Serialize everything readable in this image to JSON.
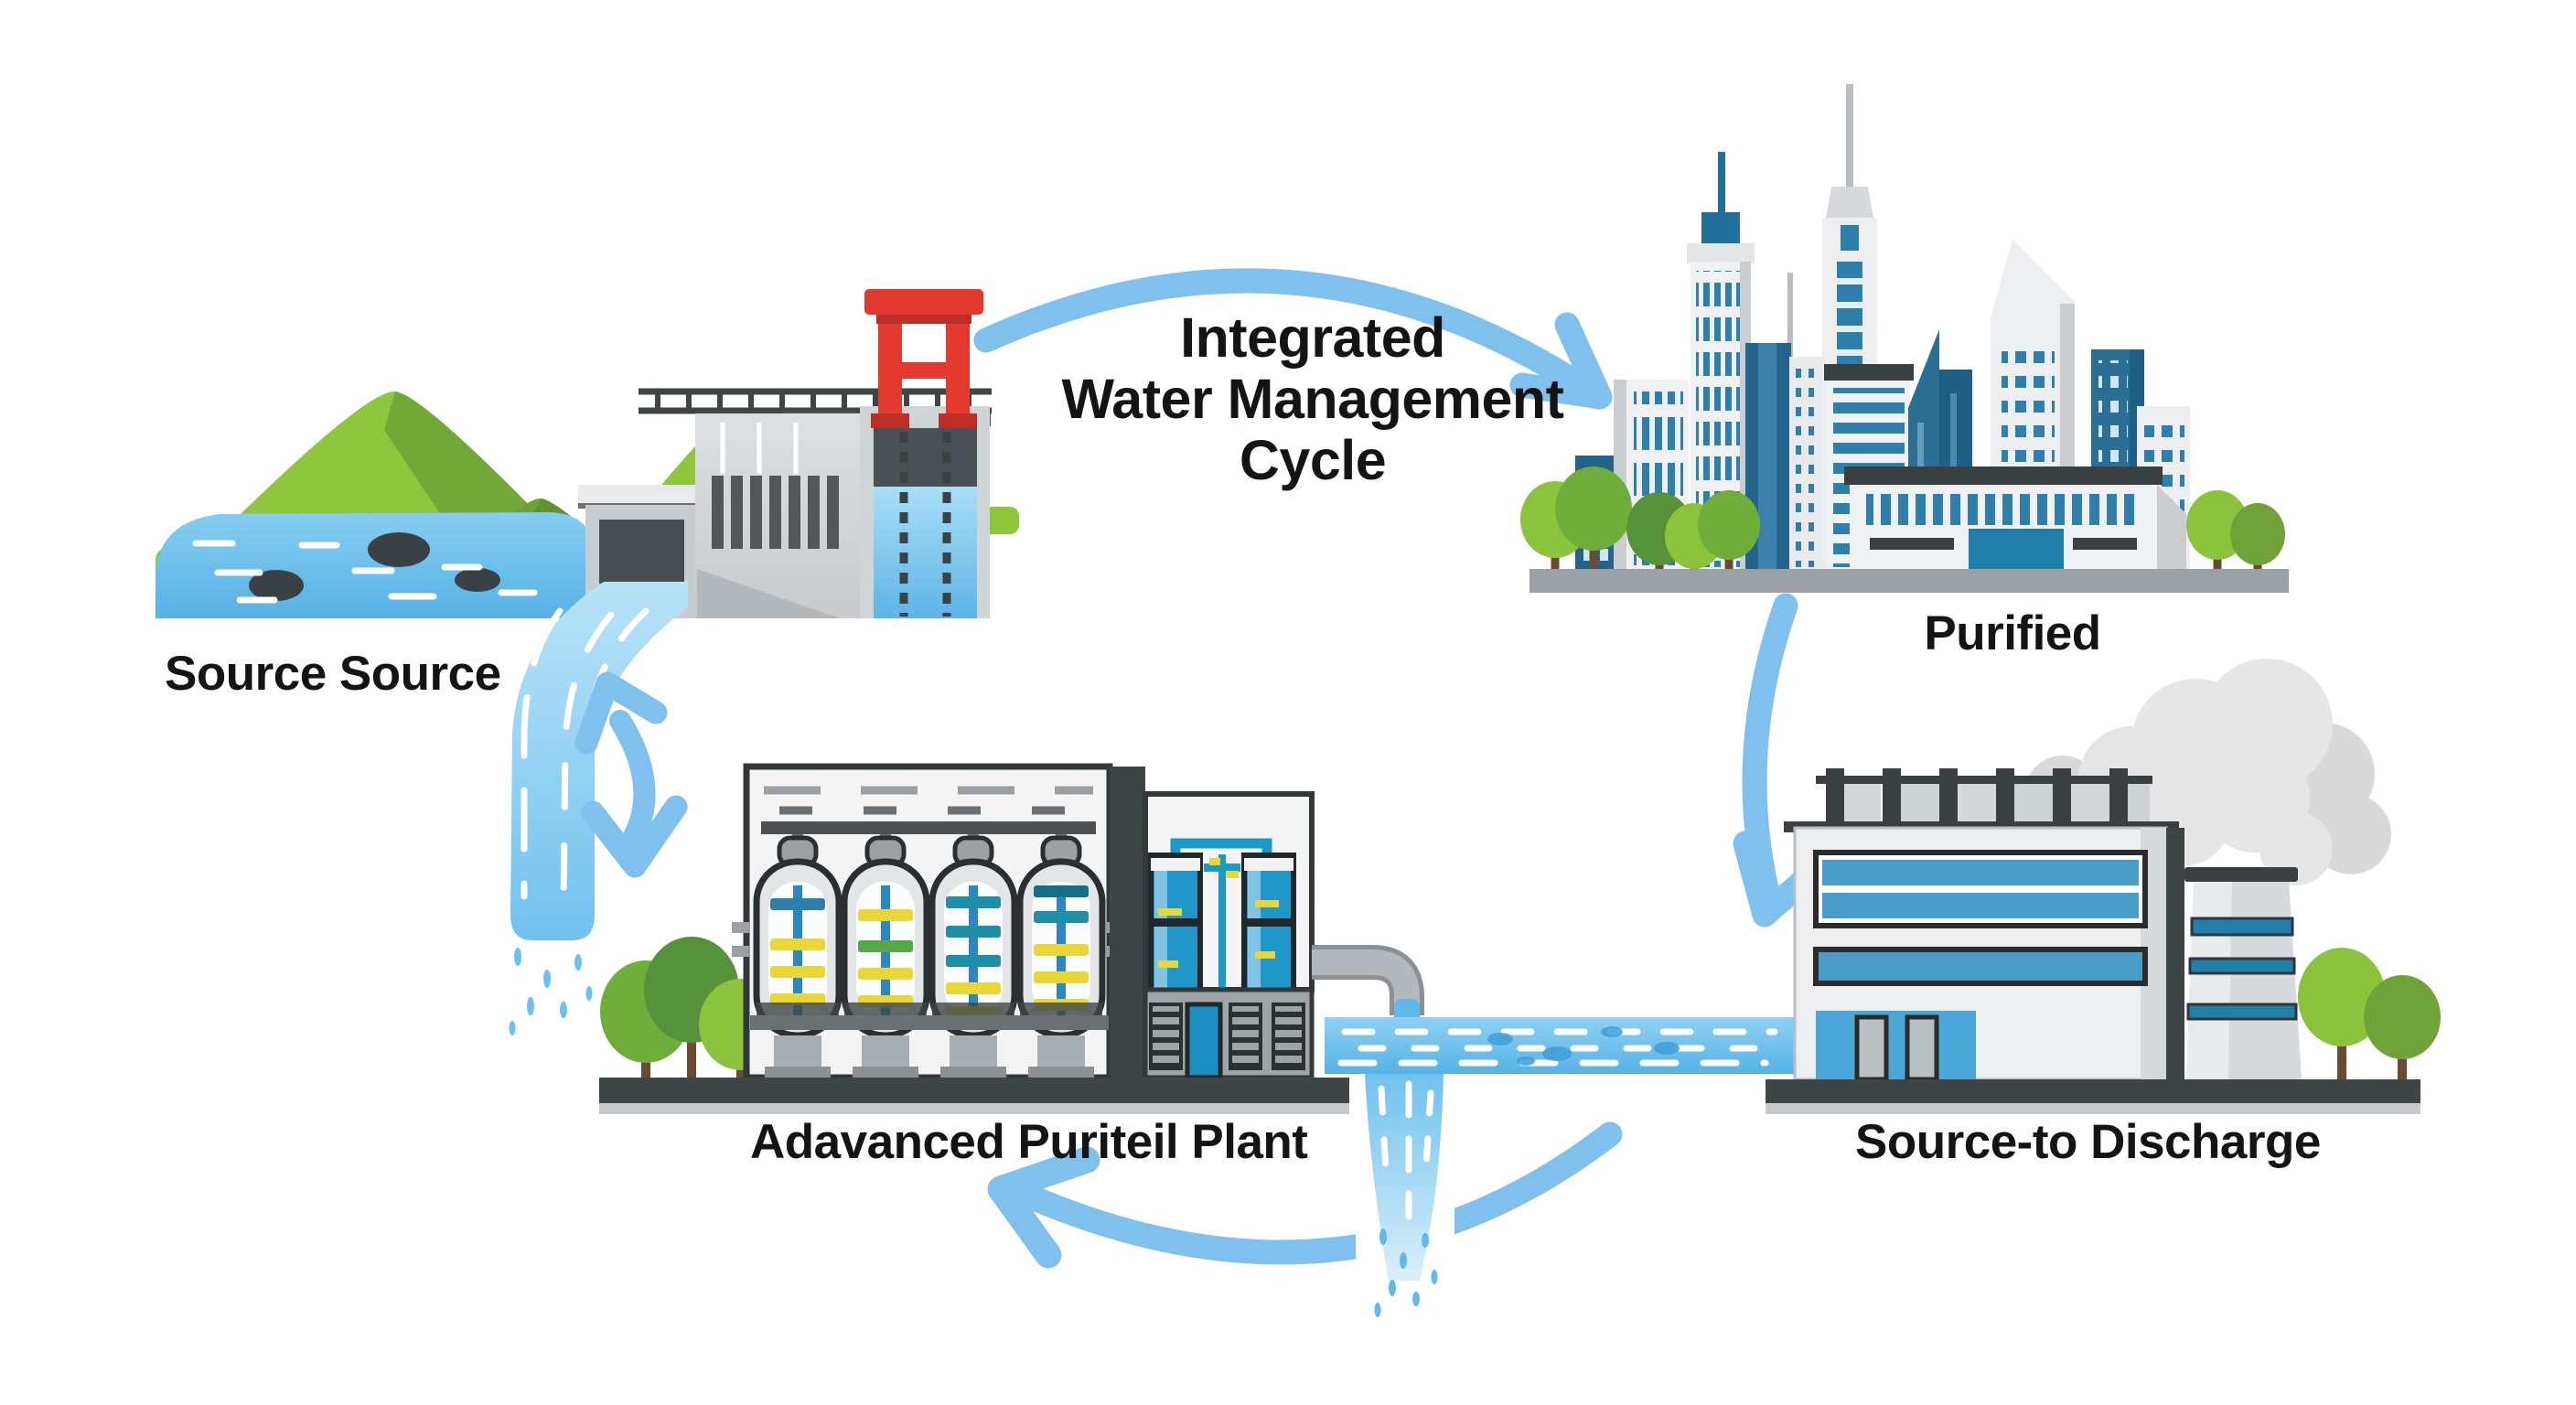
{
  "title": "Integrated Water Management Cycle",
  "title_lines": [
    "Integrated",
    "Water Management",
    "Cycle"
  ],
  "nodes": {
    "source": {
      "label": "Source Source",
      "icon": "mountain-lake-dam-icon"
    },
    "city": {
      "label": "Purified",
      "icon": "city-skyline-icon"
    },
    "plant": {
      "label": "Adavanced Puriteil Plant",
      "icon": "water-treatment-plant-icon"
    },
    "factory": {
      "label": "Source-to Discharge",
      "icon": "factory-smokestack-icon"
    }
  },
  "arrows": [
    {
      "name": "arrow-source-to-city",
      "from": "source",
      "to": "city"
    },
    {
      "name": "arrow-city-to-factory",
      "from": "city",
      "to": "factory"
    },
    {
      "name": "arrow-factory-to-plant",
      "from": "factory",
      "to": "plant"
    },
    {
      "name": "arrow-source-plant-bidirectional",
      "from": "source",
      "to": "plant"
    }
  ],
  "colors": {
    "arrow": "#7fc0ec",
    "water": "#59b4e8",
    "mountain": "#8ec63d",
    "crane_red": "#e23a31",
    "window_blue": "#2e7fab",
    "tank_yellow": "#e8d737",
    "pipe_teal": "#199ac2",
    "smoke_gray": "#e6e6e6",
    "ground_dark": "#3f4547",
    "text": "#141414"
  }
}
